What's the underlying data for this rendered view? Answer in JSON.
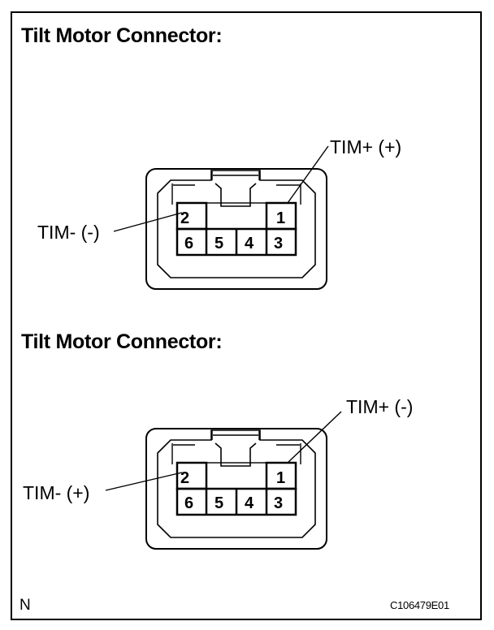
{
  "diagrams": [
    {
      "title": "Tilt Motor Connector:",
      "label_left": "TIM- (-)",
      "label_right": "TIM+ (+)",
      "pins_top": [
        "2",
        "1"
      ],
      "pins_bottom": [
        "6",
        "5",
        "4",
        "3"
      ]
    },
    {
      "title": "Tilt Motor Connector:",
      "label_left": "TIM- (+)",
      "label_right": "TIM+ (-)",
      "pins_top": [
        "2",
        "1"
      ],
      "pins_bottom": [
        "6",
        "5",
        "4",
        "3"
      ]
    }
  ],
  "footer": {
    "corner_mark": "N",
    "figure_code": "C106479E01"
  }
}
